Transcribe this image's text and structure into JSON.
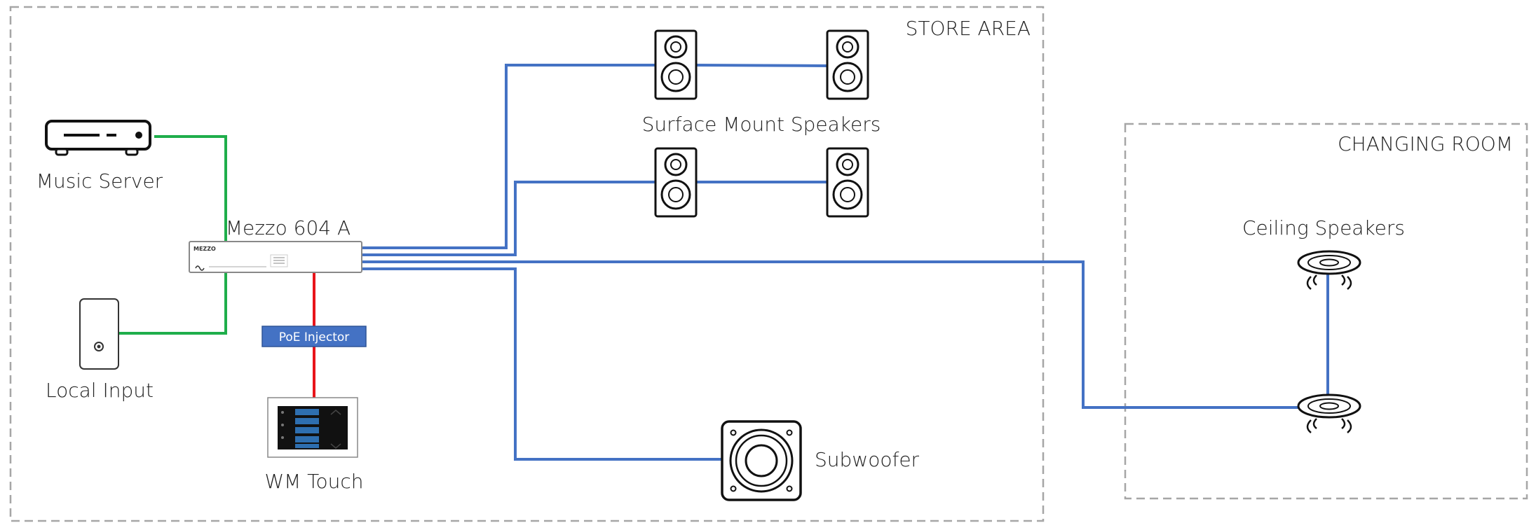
{
  "zones": {
    "store": {
      "title": "STORE AREA"
    },
    "changing": {
      "title": "CHANGING ROOM"
    }
  },
  "devices": {
    "music_server": "Music Server",
    "local_input": "Local Input",
    "amplifier": "Mezzo 604 A",
    "amplifier_brand": "MEZZO",
    "poe_injector": "PoE Injector",
    "wm_touch": "WM Touch",
    "surface_speakers": "Surface Mount Speakers",
    "subwoofer": "Subwoofer",
    "ceiling_speakers": "Ceiling Speakers"
  },
  "colors": {
    "source_cable": "#1fae4b",
    "speaker_cable": "#4472c4",
    "network_cable": "#e8141b",
    "poe_fill": "#4472c4",
    "zone_border": "#a6a6a6"
  }
}
